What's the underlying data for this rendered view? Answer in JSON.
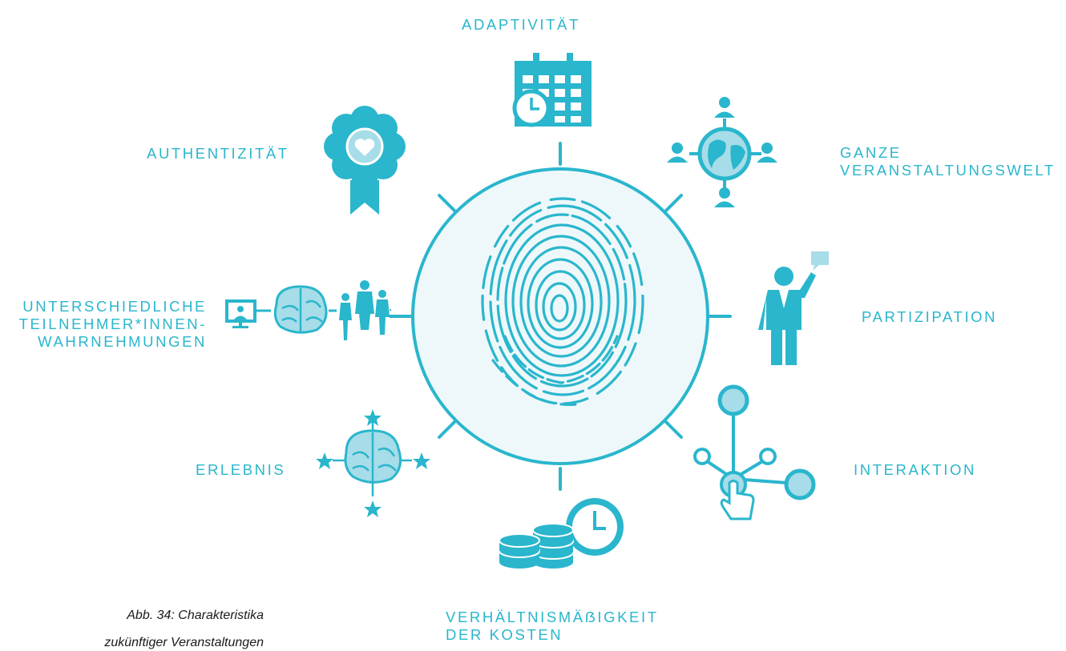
{
  "colors": {
    "accent": "#2ab6cd",
    "accent_light": "#a6dde8",
    "circle_fill": "#eef8fa"
  },
  "labels": {
    "adaptivitaet": "ADAPTIVITÄT",
    "authentizitaet": "AUTHENTIZITÄT",
    "ganze": [
      "GANZE",
      "VERANSTALTUNGSWELT"
    ],
    "unterschiedliche": [
      "UNTERSCHIEDLICHE",
      "TEILNEHMER*INNEN-",
      "WAHRNEHMUNGEN"
    ],
    "partizipation": "PARTIZIPATION",
    "erlebnis": "ERLEBNIS",
    "interaktion": "INTERAKTION",
    "kosten": [
      "VERHÄLTNISMÄẞIGKEIT",
      "DER KOSTEN"
    ]
  },
  "caption": [
    "Abb. 34: Charakteristika",
    "zukünftiger Veranstaltungen"
  ],
  "icons": [
    "calendar-clock-icon",
    "award-rosette-heart-icon",
    "globe-people-network-icon",
    "screen-brain-people-icon",
    "speaking-person-icon",
    "brain-stars-icon",
    "touch-network-icon",
    "coins-clock-icon",
    "fingerprint-icon"
  ]
}
